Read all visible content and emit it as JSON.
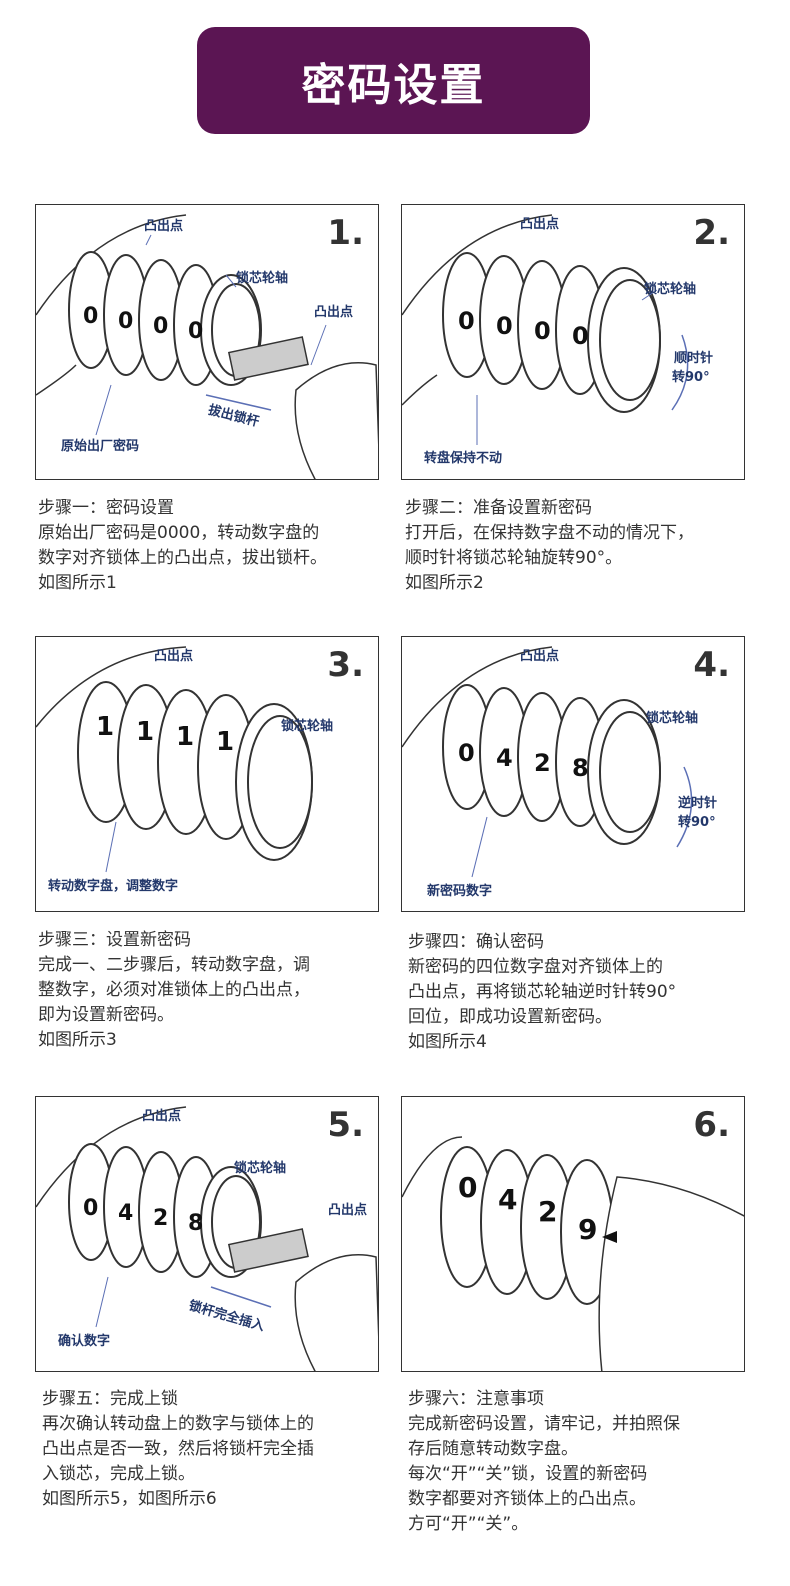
{
  "title": "密码设置",
  "panels": [
    {
      "number": "1.",
      "labels": [
        "凸出点",
        "锁芯轮轴",
        "凸出点",
        "原始出厂密码",
        "拔出锁杆"
      ],
      "digits": [
        "0",
        "0",
        "0",
        "0"
      ]
    },
    {
      "number": "2.",
      "labels": [
        "凸出点",
        "锁芯轮轴",
        "顺时针",
        "转90°",
        "转盘保持不动"
      ],
      "digits": [
        "0",
        "0",
        "0",
        "0"
      ]
    },
    {
      "number": "3.",
      "labels": [
        "凸出点",
        "锁芯轮轴",
        "转动数字盘，调整数字"
      ],
      "digits": [
        "1",
        "1",
        "1",
        "1"
      ]
    },
    {
      "number": "4.",
      "labels": [
        "凸出点",
        "锁芯轮轴",
        "逆时针",
        "转90°",
        "新密码数字"
      ],
      "digits": [
        "0",
        "4",
        "2",
        "8"
      ]
    },
    {
      "number": "5.",
      "labels": [
        "凸出点",
        "锁芯轮轴",
        "凸出点",
        "确认数字",
        "锁杆完全插入"
      ],
      "digits": [
        "0",
        "4",
        "2",
        "8"
      ]
    },
    {
      "number": "6.",
      "labels": [],
      "digits": [
        "0",
        "4",
        "2",
        "9"
      ]
    }
  ],
  "steps": [
    {
      "lines": [
        "步骤一：密码设置",
        "原始出厂密码是0000，转动数字盘的",
        "数字对齐锁体上的凸出点，拔出锁杆。",
        "如图所示1"
      ]
    },
    {
      "lines": [
        "步骤二：准备设置新密码",
        "打开后，在保持数字盘不动的情况下，",
        "顺时针将锁芯轮轴旋转90°。",
        "如图所示2"
      ]
    },
    {
      "lines": [
        "步骤三：设置新密码",
        "完成一、二步骤后，转动数字盘，调",
        "整数字，必须对准锁体上的凸出点，",
        "即为设置新密码。",
        "如图所示3"
      ]
    },
    {
      "lines": [
        "步骤四：确认密码",
        "新密码的四位数字盘对齐锁体上的",
        "凸出点，再将锁芯轮轴逆时针转90°",
        "回位，即成功设置新密码。",
        "如图所示4"
      ]
    },
    {
      "lines": [
        "步骤五：完成上锁",
        "再次确认转动盘上的数字与锁体上的",
        "凸出点是否一致，然后将锁杆完全插",
        "入锁芯，完成上锁。",
        "如图所示5，如图所示6"
      ]
    },
    {
      "lines": [
        "步骤六：注意事项",
        "完成新密码设置，请牢记，并拍照保",
        "存后随意转动数字盘。",
        "每次“开”“关”锁，设置的新密码",
        "数字都要对齐锁体上的凸出点。",
        "方可“开”“关”。"
      ]
    }
  ],
  "colors": {
    "banner": "#5b1553",
    "label": "#23386b",
    "arrow": "#5b6fb5"
  }
}
